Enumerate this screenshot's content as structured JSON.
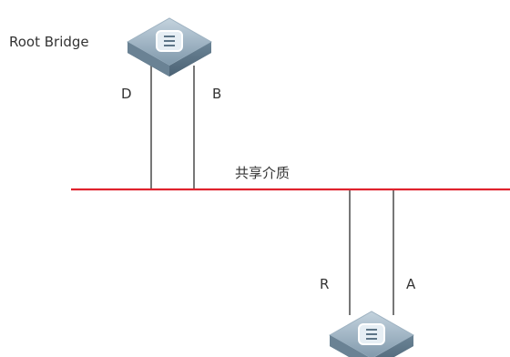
{
  "diagram": {
    "root_bridge_label": "Root Bridge",
    "shared_medium_label": "共享介质",
    "ports": {
      "root_left": "D",
      "root_right": "B",
      "lower_left": "R",
      "lower_right": "A"
    },
    "colors": {
      "shared_medium_line": "#e0232e",
      "link_line": "#555555",
      "switch_top": "#8fa7b8",
      "switch_side": "#5d7587",
      "label_text": "#333333"
    },
    "icons": {
      "root_switch": "network-switch-icon",
      "lower_switch": "network-switch-icon"
    }
  }
}
